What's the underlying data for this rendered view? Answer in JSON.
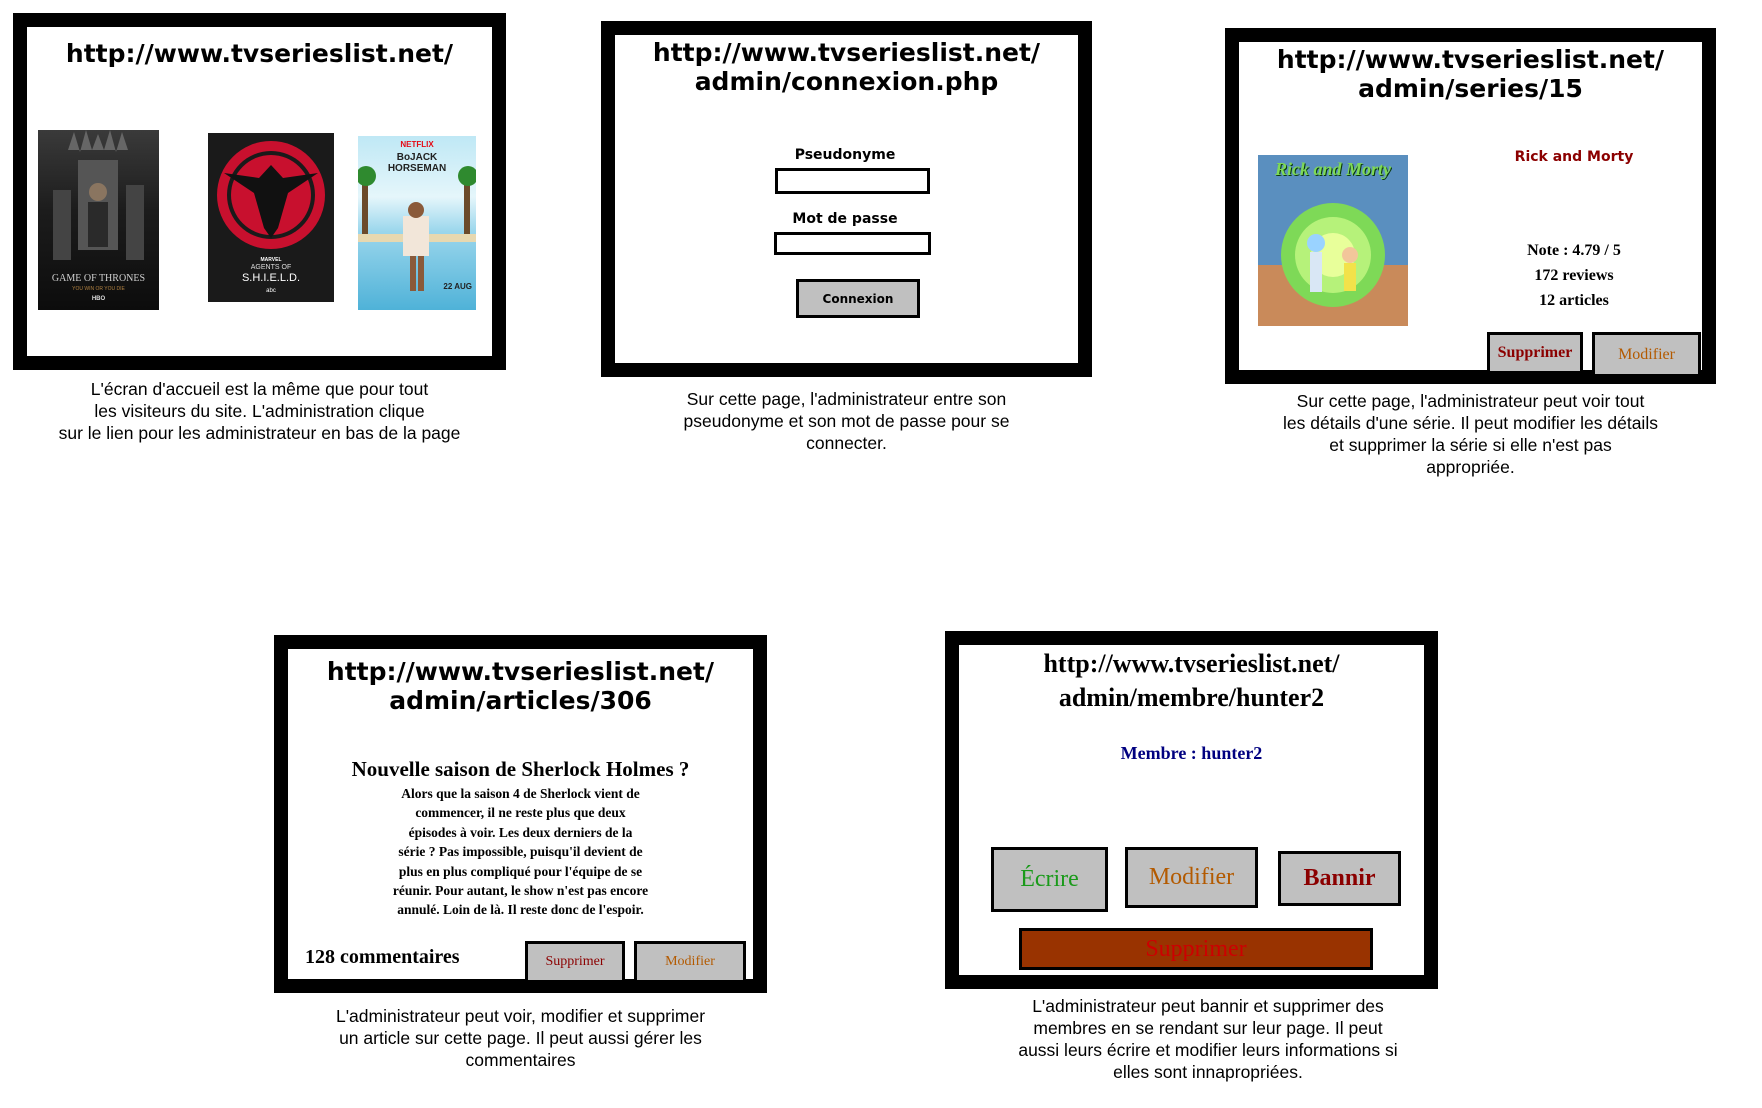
{
  "panel1": {
    "url": "http://www.tvserieslist.net/",
    "posters": [
      {
        "title": "GAME OF THRONES",
        "tagline": "YOU WIN OR YOU DIE",
        "network": "HBO"
      },
      {
        "brand": "MARVEL",
        "title_top": "AGENTS OF",
        "title": "S.H.I.E.L.D.",
        "network": "abc"
      },
      {
        "brand": "NETFLIX",
        "title": "BoJACK HORSEMAN",
        "date": "22 AUG"
      }
    ],
    "caption": "L'écran d'accueil est la même que pour tout\nles visiteurs du site. L'administration clique\nsur le lien pour les administrateur en bas de la page"
  },
  "panel2": {
    "url": "http://www.tvserieslist.net/\nadmin/connexion.php",
    "pseudo_label": "Pseudonyme",
    "password_label": "Mot de passe",
    "connect_button": "Connexion",
    "caption": "Sur cette page, l'administrateur entre son\npseudonyme et son mot de passe pour se\nconnecter."
  },
  "panel3": {
    "url": "http://www.tvserieslist.net/\nadmin/series/15",
    "poster_title": "Rick and Morty",
    "series_title": "Rick and Morty",
    "note": "Note : 4.79 / 5",
    "reviews": "172 reviews",
    "articles": "12 articles",
    "delete_button": "Supprimer",
    "edit_button": "Modifier",
    "caption": "Sur cette page, l'administrateur peut voir tout\nles détails d'une série. Il peut modifier les détails\net supprimer la série si elle n'est pas\nappropriée."
  },
  "panel4": {
    "url": "http://www.tvserieslist.net/\nadmin/articles/306",
    "article_title": "Nouvelle saison de Sherlock Holmes ?",
    "article_body": "Alors que la saison 4 de Sherlock vient de\ncommencer, il ne reste plus que deux\népisodes à voir. Les deux derniers de la\nsérie ? Pas impossible, puisqu'il devient de\nplus en plus compliqué pour l'équipe de se\nréunir. Pour autant, le show n'est pas encore\nannulé. Loin de là. Il reste donc de l'espoir.",
    "comments": "128 commentaires",
    "delete_button": "Supprimer",
    "edit_button": "Modifier",
    "caption": "L'administrateur peut voir, modifier et supprimer\nun article sur cette page. Il peut aussi gérer les\ncommentaires"
  },
  "panel5": {
    "url": "http://www.tvserieslist.net/\nadmin/membre/hunter2",
    "member_label": "Membre : hunter2",
    "write_button": "Écrire",
    "edit_button": "Modifier",
    "ban_button": "Bannir",
    "delete_button": "Supprimer",
    "caption": "L'administrateur peut bannir et supprimer des\nmembres en se rendant sur leur page. Il peut\naussi leurs écrire et modifier leurs informations si\nelles sont innapropriées."
  },
  "colors": {
    "frame": "#000000",
    "button_bg": "#c0c0c0",
    "dark_red": "#8b0000",
    "orange_brown": "#b35a00",
    "green": "#1a9a1a",
    "navy": "#000080",
    "delete_bar": "#993300"
  }
}
